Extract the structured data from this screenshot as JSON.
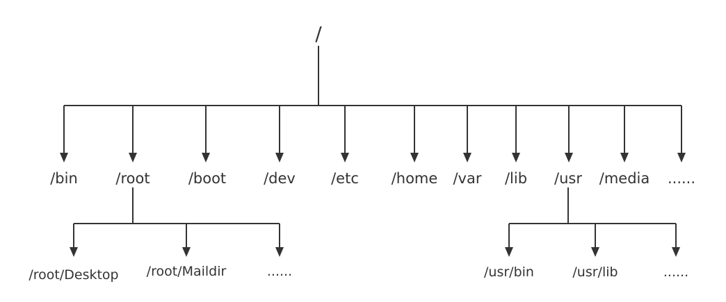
{
  "tree": {
    "root": {
      "label": "/"
    },
    "children": [
      {
        "label": "/bin"
      },
      {
        "label": "/root"
      },
      {
        "label": "/boot"
      },
      {
        "label": "/dev"
      },
      {
        "label": "/etc"
      },
      {
        "label": "/home"
      },
      {
        "label": "/var"
      },
      {
        "label": "/lib"
      },
      {
        "label": "/usr"
      },
      {
        "label": "/media"
      },
      {
        "label": "......"
      }
    ],
    "root_children": [
      {
        "label": "/root/Desktop"
      },
      {
        "label": "/root/Maildir"
      },
      {
        "label": "......"
      }
    ],
    "usr_children": [
      {
        "label": "/usr/bin"
      },
      {
        "label": "/usr/lib"
      },
      {
        "label": "......"
      }
    ]
  }
}
